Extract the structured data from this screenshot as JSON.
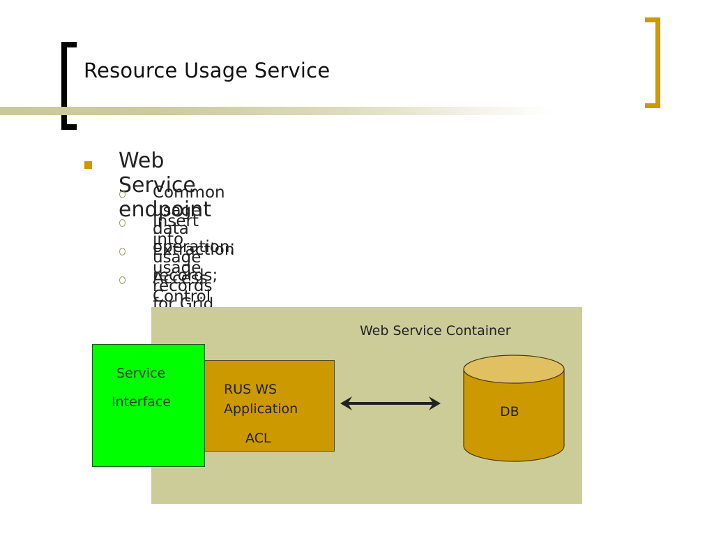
{
  "slide": {
    "title": "Resource Usage Service",
    "bullets": [
      {
        "text": "Web Service endpoint",
        "children": [
          "Common usage data operation;",
          "Insert into usage records;",
          "Extraction usage records for Grid entities;",
          "Access Control is the main concern;"
        ]
      }
    ]
  },
  "diagram": {
    "container_label": "Web Service Container",
    "service_interface": {
      "line1": "Service",
      "line2": "Interface"
    },
    "application": {
      "line1": "RUS WS",
      "line2": "Application",
      "line3": "ACL"
    },
    "database": {
      "label": "DB"
    },
    "connector": "bidirectional-arrow"
  },
  "colors": {
    "accent": "#cc9900",
    "container": "#cccc99",
    "interface": "#00ff00",
    "left_bracket": "#000000"
  }
}
